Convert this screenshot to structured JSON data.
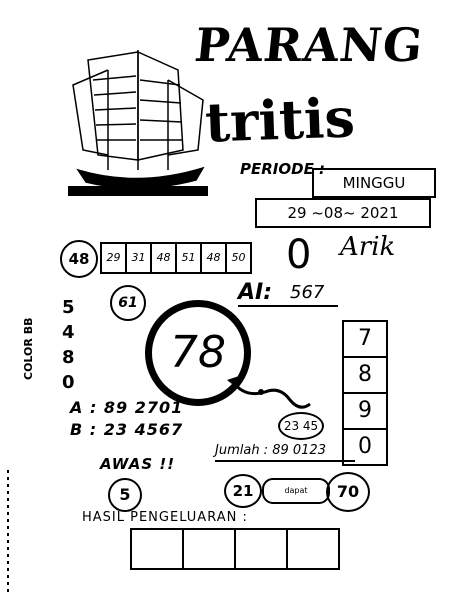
{
  "title": {
    "line1": "PARANG",
    "line2": "tritis"
  },
  "periode": {
    "label": "PERIODE :",
    "day": "MINGGU",
    "date": "29 ~08~ 2021"
  },
  "bbfs": {
    "label": "48",
    "numbers": [
      "29",
      "31",
      "48",
      "51",
      "48",
      "50"
    ]
  },
  "extra": {
    "zero": "0",
    "signature": "Arik"
  },
  "ai": {
    "label": "AI:",
    "value": "567"
  },
  "color_bb": {
    "label": "COLOR BB",
    "numbers": [
      "5",
      "4",
      "8",
      "0"
    ]
  },
  "circle_small": "61",
  "main_number": "78",
  "column_digits": [
    "7",
    "8",
    "9",
    "0"
  ],
  "two_d": "23 45",
  "a_line": "A : 89 2701",
  "b_line": "B : 23 4567",
  "awas": {
    "label": "AWAS !!",
    "value": "5"
  },
  "jumlah": {
    "label": "Jumlah :",
    "value": "89 0123"
  },
  "arrow_flow": {
    "from": "21",
    "middle": "dapat",
    "to": "70"
  },
  "hasil": {
    "label": "HASIL PENGELUARAN :"
  }
}
